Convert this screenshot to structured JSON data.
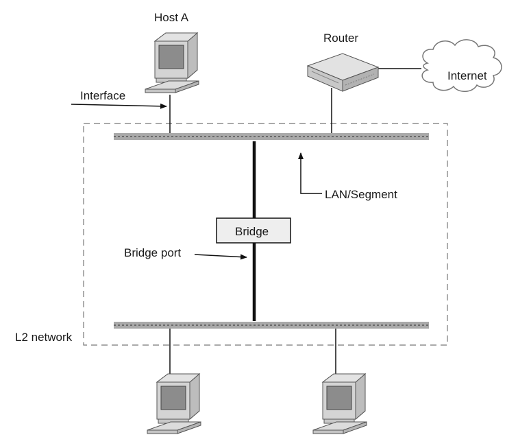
{
  "labels": {
    "host_a": "Host A",
    "router": "Router",
    "internet": "Internet",
    "interface": "Interface",
    "lan_segment": "LAN/Segment",
    "bridge": "Bridge",
    "bridge_port": "Bridge port",
    "l2_network": "L2 network"
  },
  "colors": {
    "segment_gray": "#a9a9a9",
    "segment_dash": "#555555",
    "bridge_fill": "#eeeeee",
    "computer_body": "#d4d4d4",
    "computer_screen": "#8c8c8c",
    "line": "#111111"
  }
}
